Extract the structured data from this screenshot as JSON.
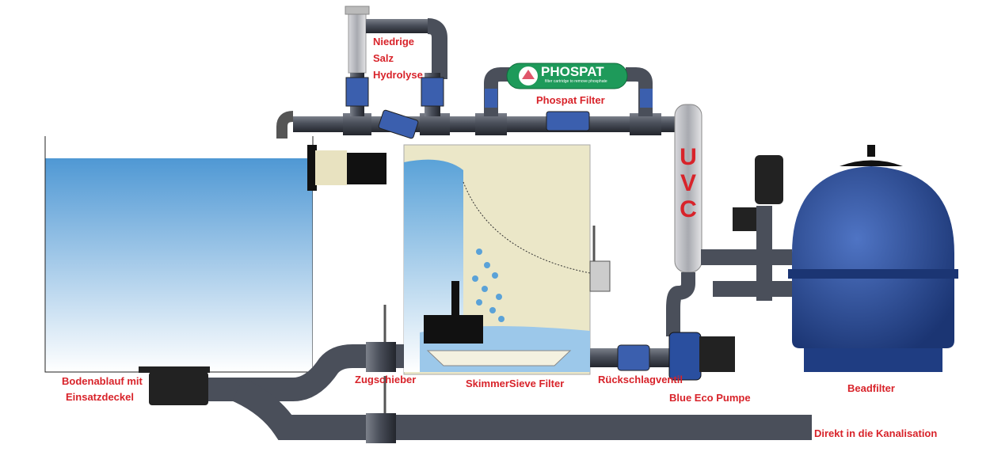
{
  "labels": {
    "salt_line1": "Niedrige",
    "salt_line2": "Salz",
    "salt_line3": "Hydrolyse",
    "phospat_filter": "Phospat Filter",
    "uvc": [
      "U",
      "V",
      "C"
    ],
    "bottom_drain_line1": "Bodenablauf mit",
    "bottom_drain_line2": "Einsatzdeckel",
    "gate_valve": "Zugschieber",
    "skimmer": "SkimmerSieve Filter",
    "check_valve": "Rückschlagventil",
    "pump": "Blue Eco Pumpe",
    "bead_filter": "Beadfilter",
    "sewer": "Direkt in die Kanalisation"
  },
  "phospat_logo": {
    "brand": "PHOSPAT",
    "tagline": "filter cartridge to remove phosphate"
  },
  "colors": {
    "label": "#d8232a",
    "pipe": "#4a4f5a",
    "valve": "#3b5fae",
    "water": "#5aa2d8",
    "skimmer_body": "#ebe7c8",
    "bead_filter": "#2d4f9a",
    "phospat_green": "#1e9a5a"
  }
}
